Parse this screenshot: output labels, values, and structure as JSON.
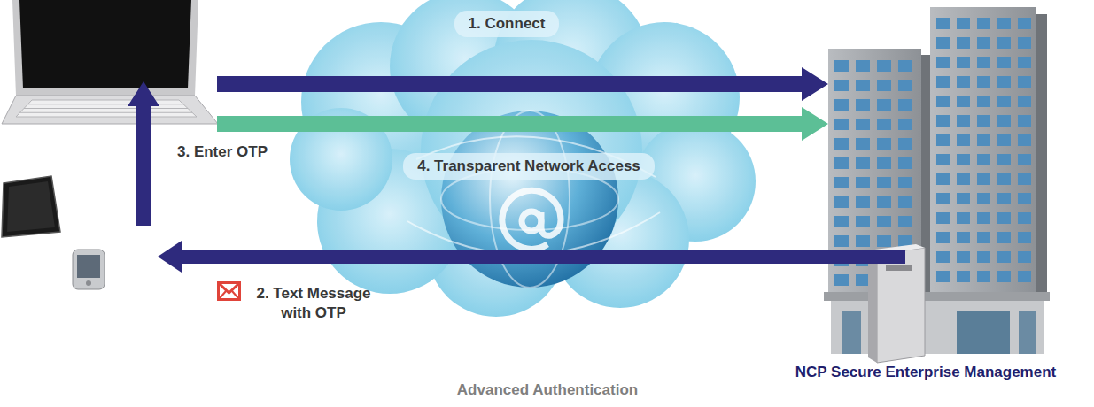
{
  "diagram": {
    "caption": "Advanced Authentication",
    "nodes": [
      {
        "text": [
          "NCP Secure Enterprise Management"
        ]
      }
    ],
    "labels": [
      "1. Connect",
      "3. Enter OTP",
      "4. Transparent Network Access",
      "2. Text Message with OTP"
    ]
  }
}
